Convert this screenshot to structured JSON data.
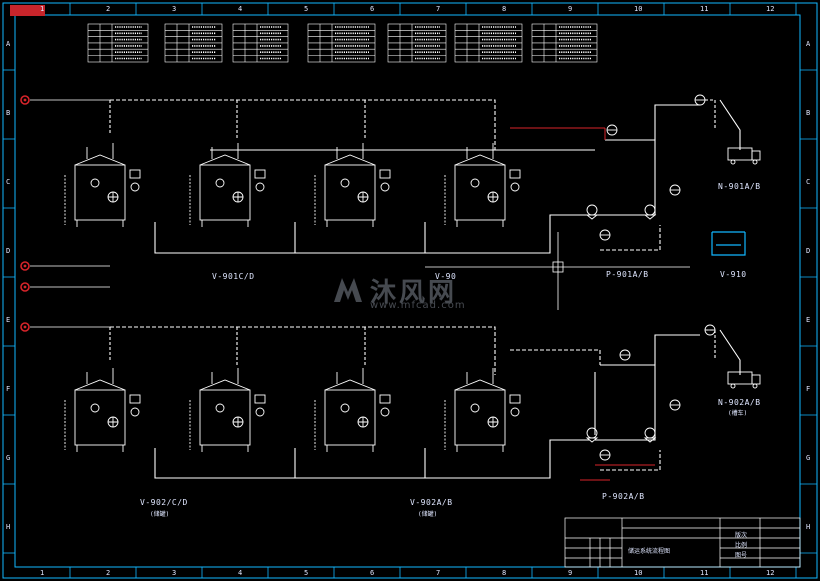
{
  "vessels_row1_label": "V-901C/D",
  "vessels_row1_label2": "V-90",
  "pumps_row1_label": "P-901A/B",
  "truck_row1_label": "N-901A/B",
  "sump_label": "V-910",
  "vessels_row2_label": "V-902/C/D",
  "vessels_row2_sub": "(储罐)",
  "vessels_row2b_label": "V-902A/B",
  "vessels_row2b_sub": "(储罐)",
  "pumps_row2_label": "P-902A/B",
  "truck_row2_label": "N-902A/B",
  "truck_row2_sub": "(槽车)",
  "watermark_text": "沐风网",
  "watermark_url": "www.mfcad.com",
  "ruler_numbers": [
    "1",
    "2",
    "3",
    "4",
    "5",
    "6",
    "7",
    "8",
    "9",
    "10",
    "11",
    "12"
  ],
  "ruler_letters": [
    "A",
    "B",
    "C",
    "D",
    "E",
    "F",
    "G",
    "H"
  ],
  "title_block": {
    "drawing_title": "储运系统流程图",
    "scale_text": "比例",
    "sheet_text": "图号",
    "revision_text": "版次"
  },
  "colors": {
    "background": "#000000",
    "frame": "#12b7ff",
    "pipe": "#ffffff",
    "equipment": "#ffffff",
    "marker": "#d7242a",
    "watermark": "#c9d3e6"
  },
  "icons": [
    "fire-marker-icon",
    "pump-icon",
    "truck-icon",
    "vessel-icon",
    "instrument-bubble-icon"
  ]
}
